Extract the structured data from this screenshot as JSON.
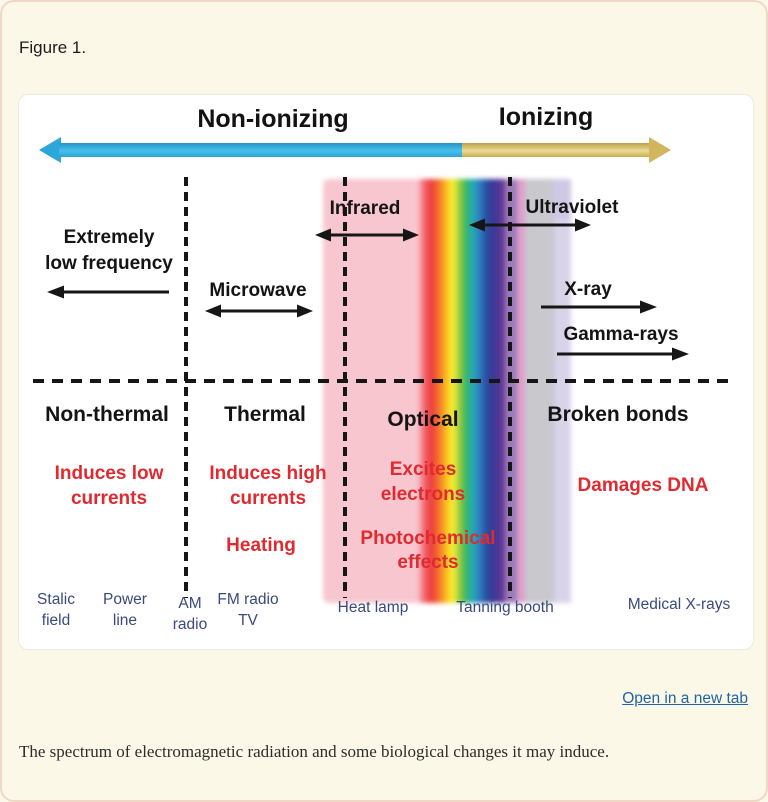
{
  "figure": {
    "label": "Figure 1."
  },
  "viewer": {
    "open_link": "Open in a new tab"
  },
  "caption": "The spectrum of electromagnetic radiation and some biological changes it may induce.",
  "diagram": {
    "axis": {
      "non_ionizing": "Non-ionizing",
      "ionizing": "Ionizing"
    },
    "bands": {
      "elf_1": "Extremely",
      "elf_2": "low frequency",
      "microwave": "Microwave",
      "infrared": "Infrared",
      "ultraviolet": "Ultraviolet",
      "xray": "X-ray",
      "gamma": "Gamma-rays"
    },
    "categories": {
      "non_thermal": "Non-thermal",
      "thermal": "Thermal",
      "optical": "Optical",
      "broken_bonds": "Broken bonds"
    },
    "effects": {
      "induces_low_1": "Induces low",
      "induces_low_2": "currents",
      "induces_high_1": "Induces high",
      "induces_high_2": "currents",
      "heating": "Heating",
      "excites_1": "Excites",
      "excites_2": "electrons",
      "photochemical_1": "Photochemical",
      "photochemical_2": "effects",
      "damages_dna": "Damages DNA"
    },
    "sources": {
      "static_1": "Stalic",
      "static_2": "field",
      "power_1": "Power",
      "power_2": "line",
      "am_1": "AM",
      "am_2": "radio",
      "fm_1": "FM radio",
      "fm_2": "TV",
      "heat_lamp": "Heat lamp",
      "tanning_booth": "Tanning booth",
      "medical_xrays": "Medical X-rays"
    },
    "colors": {
      "non_ionizing_arrow": "#2fa8da",
      "ionizing_arrow": "#d9c06c",
      "effect_text": "#e02a30",
      "source_text": "#3b4a7e",
      "page_background": "#fcf8e8",
      "page_border": "#f1d7c6",
      "link": "#1e64a6"
    }
  }
}
